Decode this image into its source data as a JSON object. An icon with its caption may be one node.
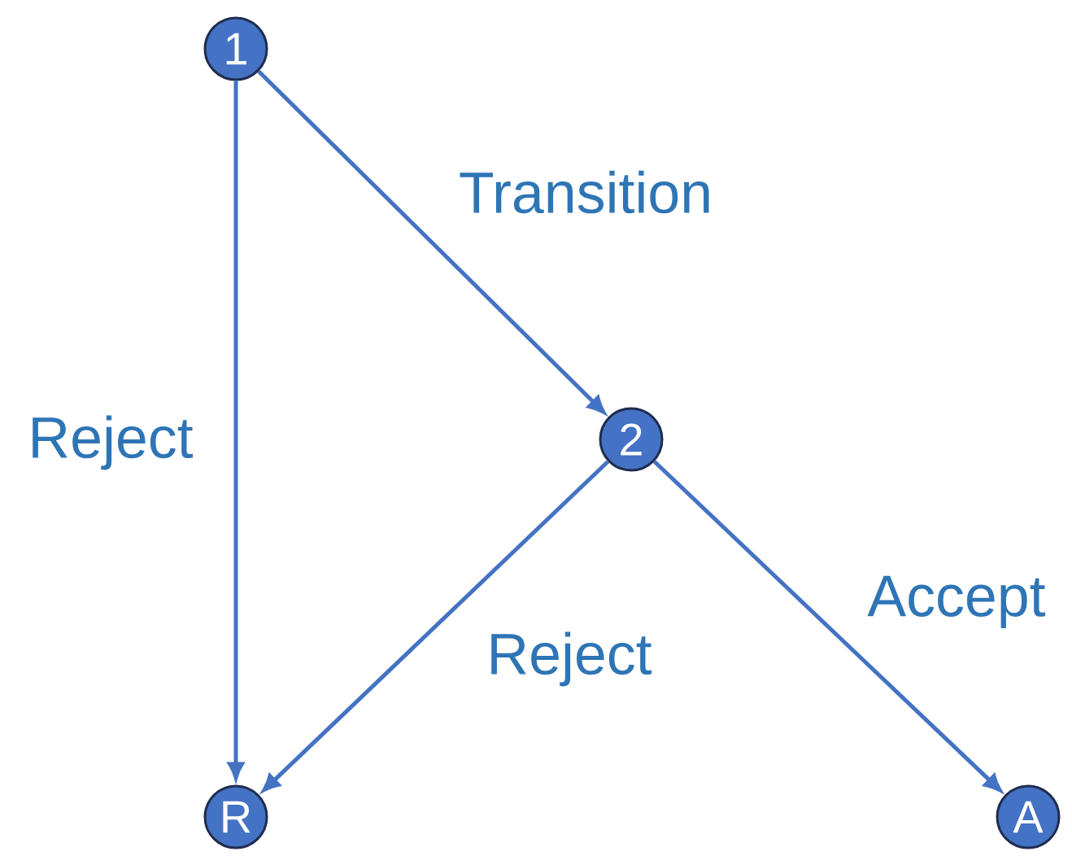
{
  "diagram": {
    "nodes": [
      {
        "text": [
          "1"
        ]
      },
      {
        "text": [
          "2"
        ]
      },
      {
        "text": [
          "R"
        ]
      },
      {
        "text": [
          "A"
        ]
      }
    ],
    "edges": [
      {
        "from": 0,
        "to": 2,
        "arrow": "to",
        "label": "Reject"
      },
      {
        "from": 0,
        "to": 1,
        "arrow": "to",
        "label": "Transition"
      },
      {
        "from": 1,
        "to": 2,
        "arrow": "to",
        "label": "Reject"
      },
      {
        "from": 1,
        "to": 3,
        "arrow": "to",
        "label": "Accept"
      }
    ]
  }
}
